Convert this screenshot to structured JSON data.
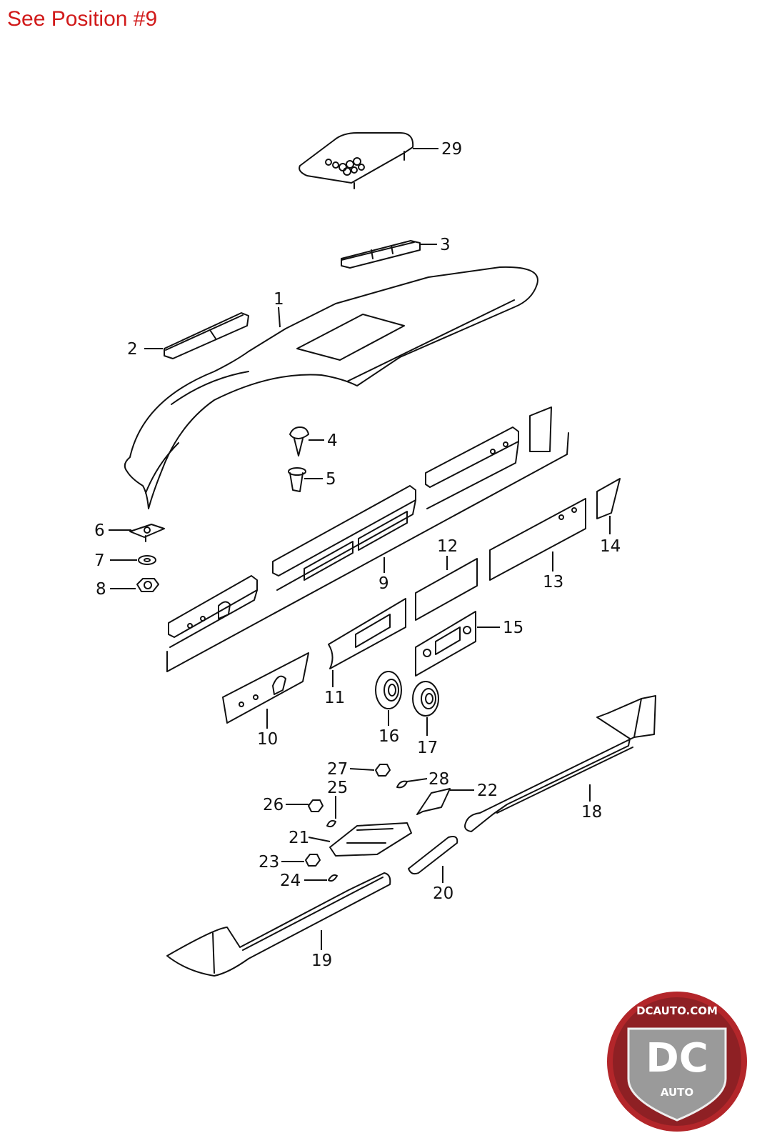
{
  "header": {
    "title": "See Position #9"
  },
  "callouts": {
    "c1": "1",
    "c2": "2",
    "c3": "3",
    "c4": "4",
    "c5": "5",
    "c6": "6",
    "c7": "7",
    "c8": "8",
    "c9": "9",
    "c10": "10",
    "c11": "11",
    "c12": "12",
    "c13": "13",
    "c14": "14",
    "c15": "15",
    "c16": "16",
    "c17": "17",
    "c18": "18",
    "c19": "19",
    "c20": "20",
    "c21": "21",
    "c22": "22",
    "c23": "23",
    "c24": "24",
    "c25": "25",
    "c26": "26",
    "c27": "27",
    "c28": "28",
    "c29": "29"
  },
  "logo": {
    "top_text": "DCAUTO.COM",
    "main_text": "DC",
    "bottom_text": "AUTO"
  },
  "colors": {
    "title": "#d11a1a",
    "logo_red": "#b3262a",
    "logo_silver": "#9a9a9a"
  }
}
